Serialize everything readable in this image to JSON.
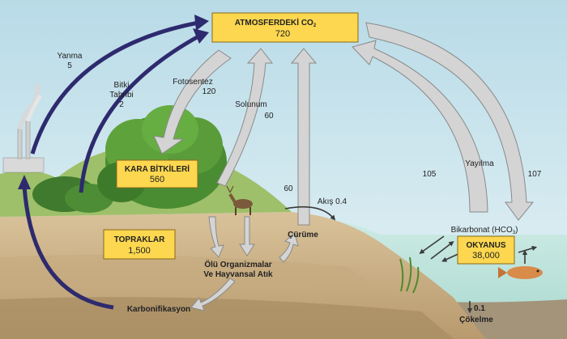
{
  "atmosphere": {
    "title": "ATMOSFERDEKİ CO",
    "sub": "2",
    "value": "720"
  },
  "land_plants": {
    "title": "KARA BİTKİLERİ",
    "value": "560"
  },
  "soils": {
    "title": "TOPRAKLAR",
    "value": "1,500"
  },
  "ocean": {
    "title": "OKYANUS",
    "value": "38,000"
  },
  "flows": {
    "combustion": {
      "label": "Yanma",
      "value": "5"
    },
    "deforestation": {
      "label1": "Bitki",
      "label2": "Tahribi",
      "value": "2"
    },
    "photosynthesis": {
      "label": "Fotosentez",
      "value": "120"
    },
    "respiration": {
      "label": "Solunum",
      "value": "60"
    },
    "decay_up": {
      "value": "60"
    },
    "runoff": {
      "label": "Akış 0.4"
    },
    "decay": {
      "label": "Çürüme"
    },
    "dead_matter": {
      "label1": "Ölü Organizmalar",
      "label2": "Ve Hayvansal Atık"
    },
    "carbonification": {
      "label": "Karbonifikasyon"
    },
    "ocean_out": {
      "value": "105"
    },
    "diffusion": {
      "label": "Yayılma"
    },
    "ocean_in": {
      "value": "107"
    },
    "bicarbonate": {
      "label": "Bikarbonat (HCO",
      "sub": "3",
      "close": ")"
    },
    "sedimentation": {
      "value": "0.1",
      "label": "Çökelme"
    }
  }
}
